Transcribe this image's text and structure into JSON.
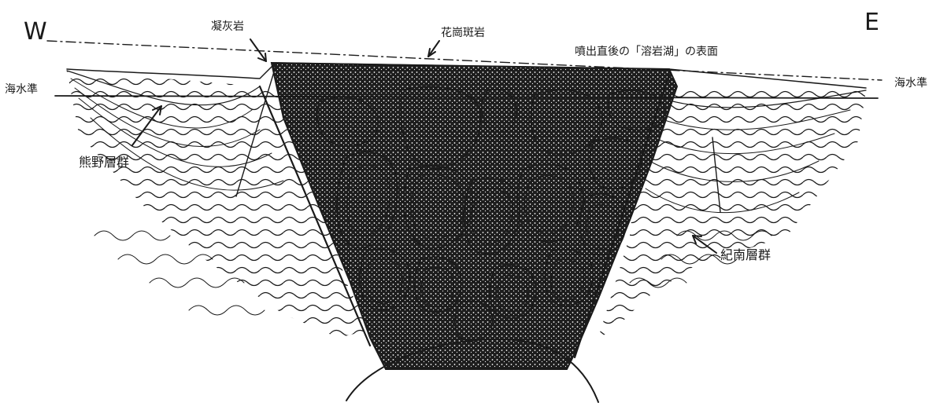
{
  "figure": {
    "directions": {
      "west": "W",
      "east": "E"
    },
    "labels": {
      "rhyolite": "凝灰岩",
      "granite_porphyry": "花崗斑岩",
      "cauldron_surface": "噴出直後の「溶岩湖」の表面",
      "sea_level_left": "海水準",
      "sea_level_right": "海水準",
      "kumano_group": "熊野層群",
      "kii_group": "紀南層群"
    }
  }
}
